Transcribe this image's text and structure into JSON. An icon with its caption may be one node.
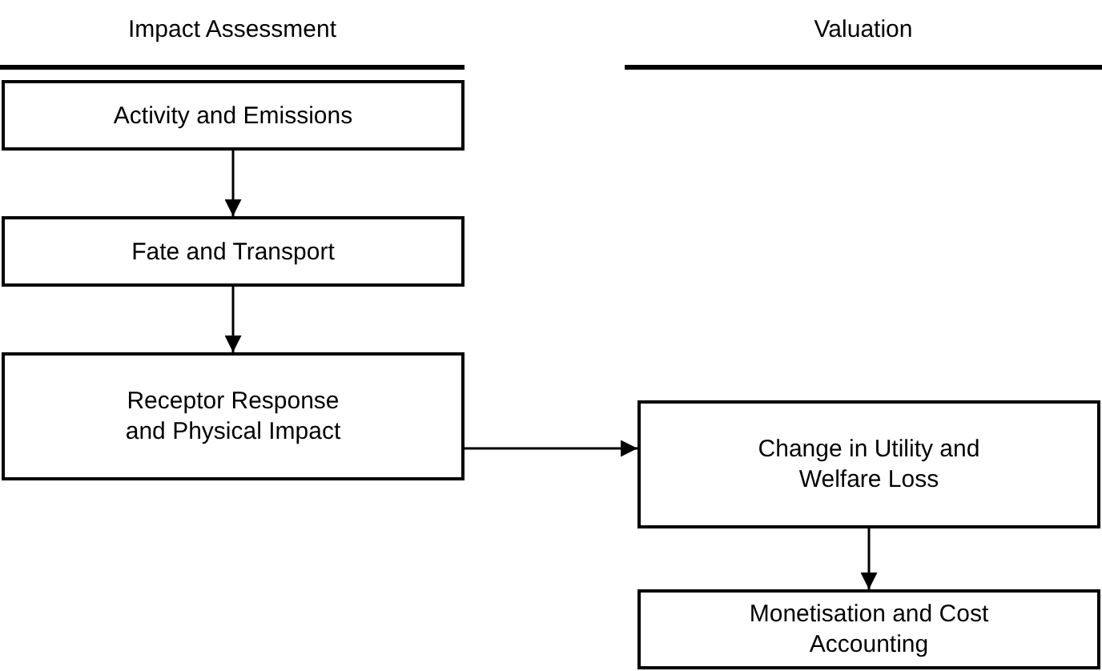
{
  "diagram": {
    "nodes": [
      {
        "text": [
          "Activity and Emissions"
        ]
      },
      {
        "text": [
          "Fate and Transport"
        ]
      },
      {
        "text": [
          "Receptor Response and Physical Impact"
        ]
      },
      {
        "text": [
          "Change in Utility and Welfare Loss"
        ]
      },
      {
        "text": [
          "Monetisation and Cost Accounting"
        ]
      }
    ],
    "edges": [
      {
        "from": 0,
        "to": 1,
        "arrow": "to"
      },
      {
        "from": 1,
        "to": 2,
        "arrow": "to"
      },
      {
        "from": 2,
        "to": 3,
        "arrow": "to"
      },
      {
        "from": 3,
        "to": 4,
        "arrow": "to"
      }
    ],
    "labels": [
      "Impact Assessment",
      "Valuation"
    ]
  }
}
